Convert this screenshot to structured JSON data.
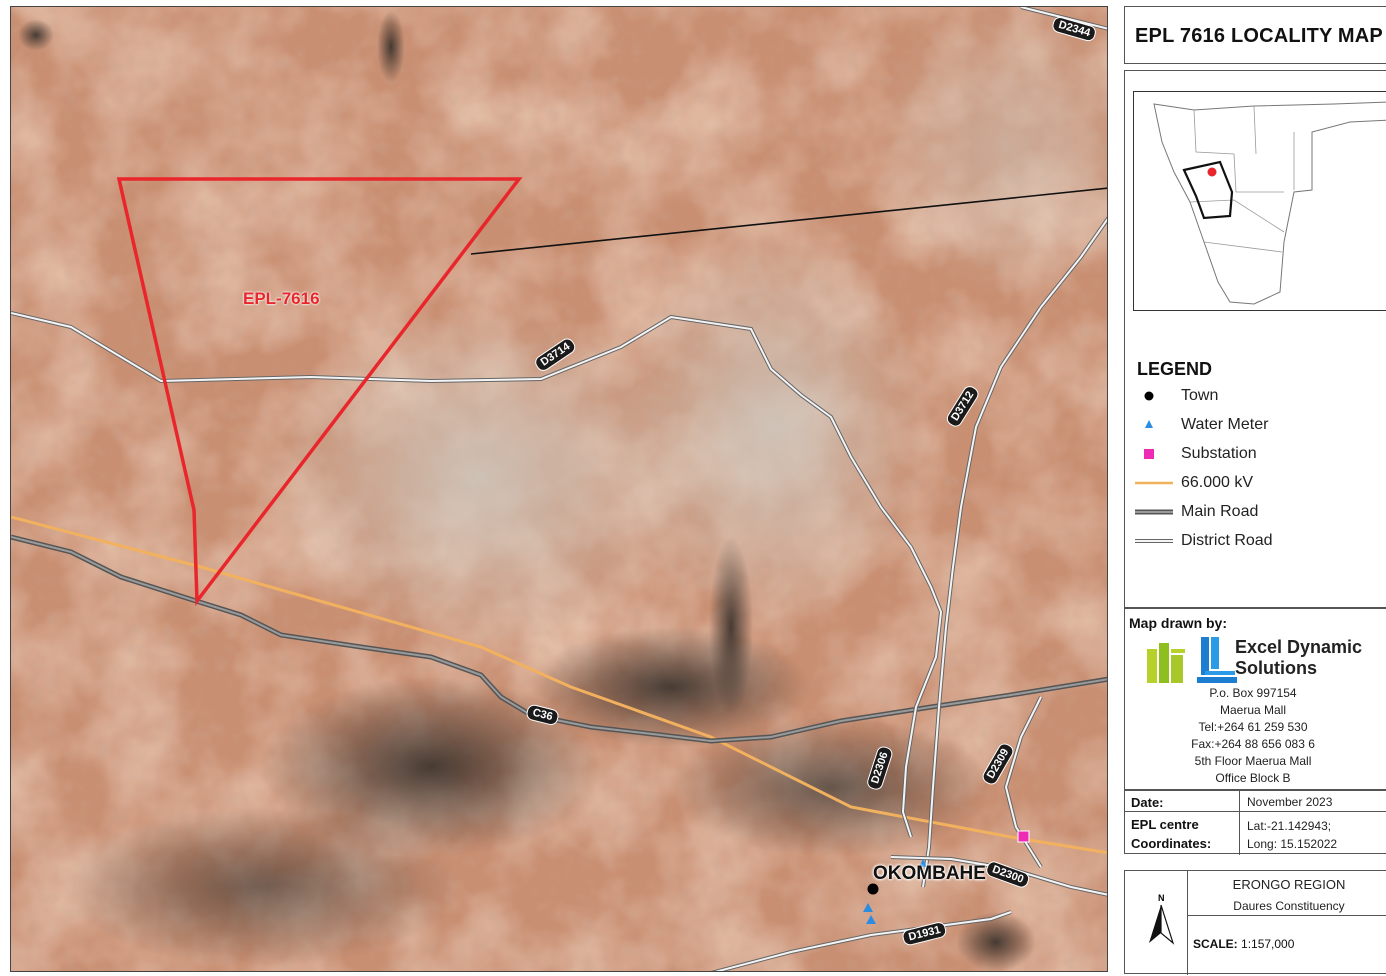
{
  "title": "EPL 7616 LOCALITY MAP",
  "map": {
    "epl_label": "EPL-7616",
    "town_label": "OKOMBAHE",
    "road_labels": [
      "D2344",
      "D3714",
      "D3712",
      "C36",
      "D2306",
      "D2309",
      "D2300",
      "D1931"
    ]
  },
  "legend": {
    "title": "LEGEND",
    "items": [
      {
        "label": "Town",
        "icon": "black-dot-icon"
      },
      {
        "label": "Water Meter",
        "icon": "blue-triangle-icon"
      },
      {
        "label": "Substation",
        "icon": "magenta-square-icon"
      },
      {
        "label": "66.000 kV",
        "icon": "orange-line-icon"
      },
      {
        "label": "Main Road",
        "icon": "grey-double-line-icon"
      },
      {
        "label": "District Road",
        "icon": "white-double-line-icon"
      }
    ]
  },
  "drawn_by": {
    "title": "Map drawn by:",
    "company_line1": "Excel Dynamic",
    "company_line2": "Solutions",
    "address": [
      "P.o. Box 997154",
      "Maerua Mall",
      "Tel:+264 61 259 530",
      "Fax:+264 88 656 083 6",
      "5th Floor Maerua Mall",
      "Office Block B"
    ]
  },
  "info": {
    "date_label": "Date:",
    "date_value": "November 2023",
    "coord_label_1": "EPL centre",
    "coord_label_2": "Coordinates:",
    "lat": "Lat:-21.142943;",
    "long": "Long: 15.152022"
  },
  "region": {
    "region": "ERONGO REGION",
    "constituency": "Daures Constituency",
    "north": "N",
    "scale_label": "SCALE:",
    "scale_value": "1:157,000"
  },
  "colors": {
    "epl": "#e8262b",
    "power_line": "#f2b15e",
    "water_meter": "#2a8de0",
    "substation": "#ee2bb4",
    "town": "#000000"
  }
}
